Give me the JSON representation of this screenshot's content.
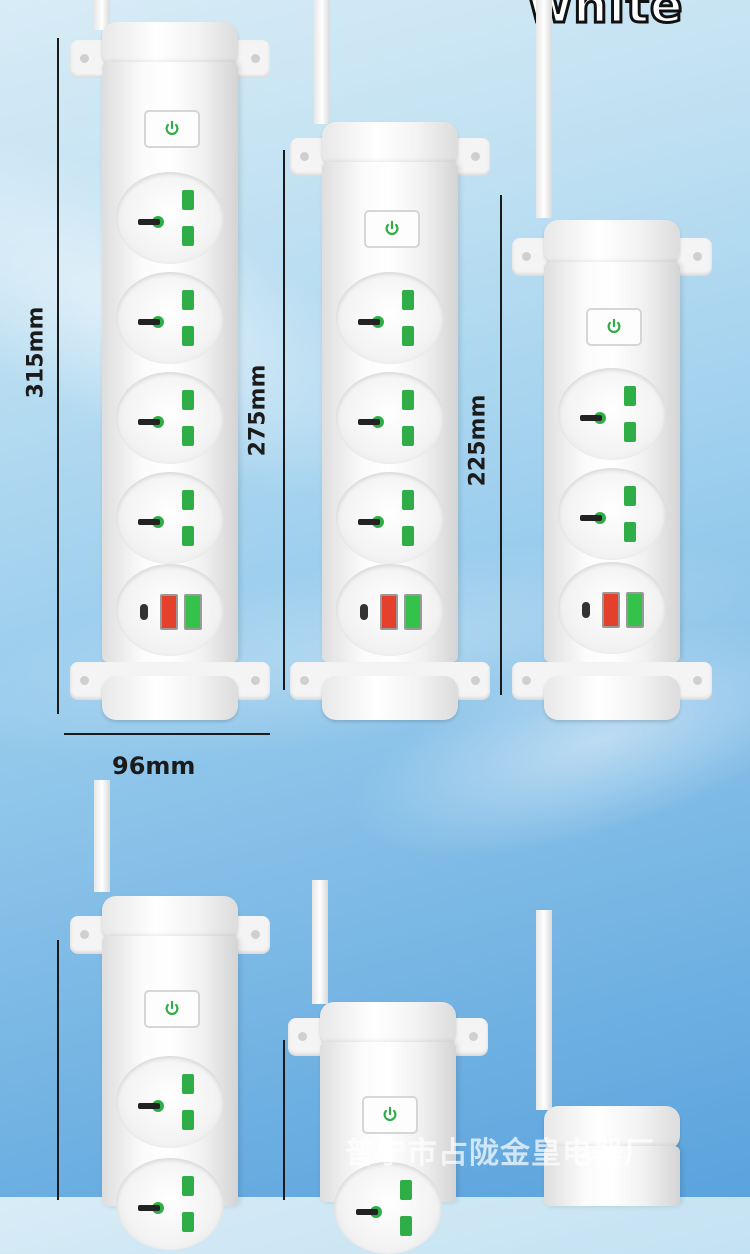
{
  "heading": "white",
  "dimensions": {
    "large_length": "315mm",
    "medium_length": "275mm",
    "small_length": "225mm",
    "width": "96mm"
  },
  "watermark": "普宁市占陇金皇电器厂",
  "colors": {
    "socket_green": "#2fae47",
    "usb_red": "#e4402b",
    "usb_green": "#35c24a",
    "switch_icon": "#2fae47"
  },
  "icons": [
    "power-icon",
    "universal-socket-icon",
    "usb-c-port",
    "usb-a-fast-port",
    "usb-a-port"
  ]
}
